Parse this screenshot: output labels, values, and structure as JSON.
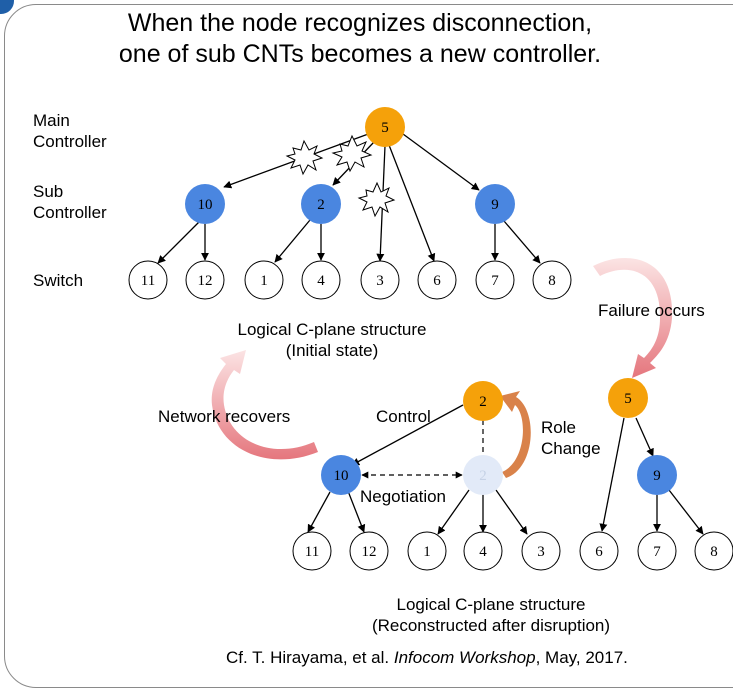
{
  "title": {
    "line1": "When the node  recognizes  disconnection,",
    "line2": "one of sub CNTs  becomes a new controller."
  },
  "row_labels": {
    "main_line1": "Main",
    "main_line2": "Controller",
    "sub_line1": "Sub",
    "sub_line2": "Controller",
    "switch": "Switch"
  },
  "captions": {
    "initial_line1": "Logical C-plane structure",
    "initial_line2": "(Initial state)",
    "recon_line1": "Logical C-plane structure",
    "recon_line2": "(Reconstructed after disruption)"
  },
  "arrows": {
    "failure": "Failure occurs",
    "recovers": "Network recovers",
    "control": "Control",
    "role_line1": "Role",
    "role_line2": "Change",
    "negotiation": "Negotiation"
  },
  "citation": {
    "prefix": "Cf. T. Hirayama, et al. ",
    "venue": "Infocom Workshop",
    "suffix": ", May, 2017."
  },
  "colors": {
    "main": "#f5a10a",
    "sub": "#4a86e0",
    "faded": "#e2eaf8",
    "switch": "#ffffff",
    "big_arrow": "#e8757c",
    "role_arrow": "#d9824a"
  },
  "nodes": {
    "top_main": "5",
    "top_sub_a": "10",
    "top_sub_b": "2",
    "top_sub_c": "9",
    "top_sw1": "11",
    "top_sw2": "12",
    "top_sw3": "1",
    "top_sw4": "4",
    "top_sw5": "3",
    "top_sw6": "6",
    "top_sw7": "7",
    "top_sw8": "8",
    "bot_new_main": "2",
    "bot_sub_a": "10",
    "bot_faded": "2",
    "bot_sw1": "11",
    "bot_sw2": "12",
    "bot_sw3": "1",
    "bot_sw4": "4",
    "bot_sw5": "3",
    "right_main": "5",
    "right_sub": "9",
    "right_sw1": "6",
    "right_sw2": "7",
    "right_sw3": "8"
  }
}
